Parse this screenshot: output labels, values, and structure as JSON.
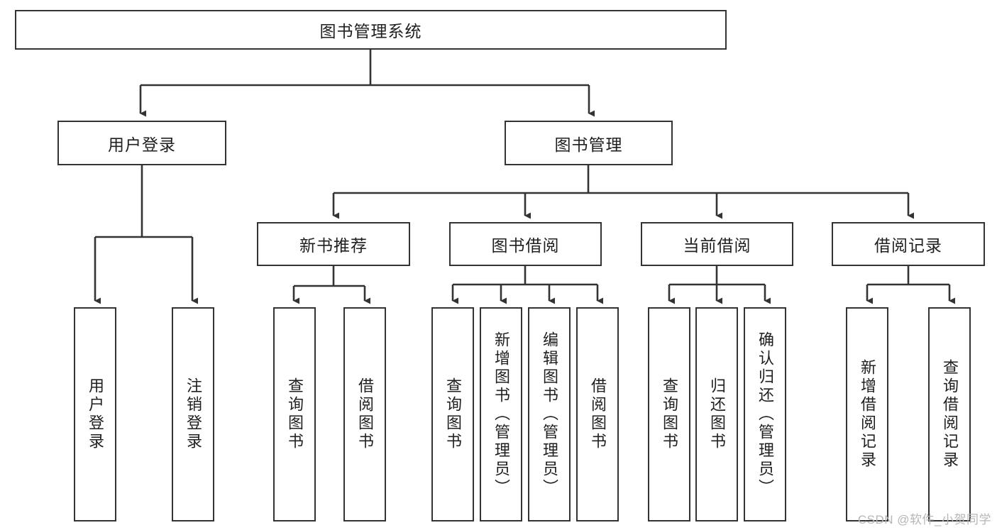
{
  "diagram": {
    "title": "图书管理系统",
    "type": "hierarchy-tree",
    "watermark": "CSDN @软件_小贺同学",
    "colors": {
      "stroke": "#333333",
      "fill": "#ffffff",
      "text": "#1f1f1f",
      "watermark": "#b6b6b6"
    },
    "root": {
      "label": "图书管理系统"
    },
    "level1": [
      {
        "label": "用户登录"
      },
      {
        "label": "图书管理"
      }
    ],
    "level2": [
      {
        "label": "新书推荐"
      },
      {
        "label": "图书借阅"
      },
      {
        "label": "当前借阅"
      },
      {
        "label": "借阅记录"
      }
    ],
    "leaves_user_login": [
      {
        "label": "用户登录"
      },
      {
        "label": "注销登录"
      }
    ],
    "leaves_new_book": [
      {
        "label": "查询图书"
      },
      {
        "label": "借阅图书"
      }
    ],
    "leaves_borrow": [
      {
        "label": "查询图书"
      },
      {
        "label": "新增图书（管理员）"
      },
      {
        "label": "编辑图书（管理员）"
      },
      {
        "label": "借阅图书"
      }
    ],
    "leaves_current": [
      {
        "label": "查询图书"
      },
      {
        "label": "归还图书"
      },
      {
        "label": "确认归还（管理员）"
      }
    ],
    "leaves_record": [
      {
        "label": "新增借阅记录"
      },
      {
        "label": "查询借阅记录"
      }
    ]
  }
}
